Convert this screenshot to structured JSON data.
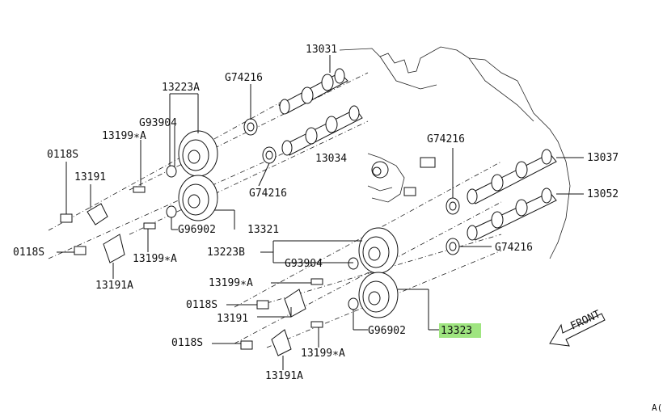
{
  "labels": {
    "p13031": "13031",
    "p13034": "13034",
    "p13037": "13037",
    "p13052": "13052",
    "p13223a": "13223A",
    "p13223b": "13223B",
    "g74216_top": "G74216",
    "g74216_mid": "G74216",
    "g74216_right_top": "G74216",
    "g74216_right": "G74216",
    "g93904_top": "G93904",
    "g93904_bot": "G93904",
    "g96902_top": "G96902",
    "g96902_bot": "G96902",
    "p13321": "13321",
    "p13323": "13323",
    "p13199a_1": "13199∗A",
    "p13199a_2": "13199∗A",
    "p13199a_3": "13199∗A",
    "p13199a_4": "13199∗A",
    "p0118s_1": "0118S",
    "p0118s_2": "0118S",
    "p0118s_3": "0118S",
    "p0118s_4": "0118S",
    "p13191_1": "13191",
    "p13191_2": "13191",
    "p13191a_1": "13191A",
    "p13191a_2": "13191A",
    "front": "FRONT",
    "corner": "A("
  },
  "highlight_color": "#8ee06a",
  "highlighted_part": "13323"
}
